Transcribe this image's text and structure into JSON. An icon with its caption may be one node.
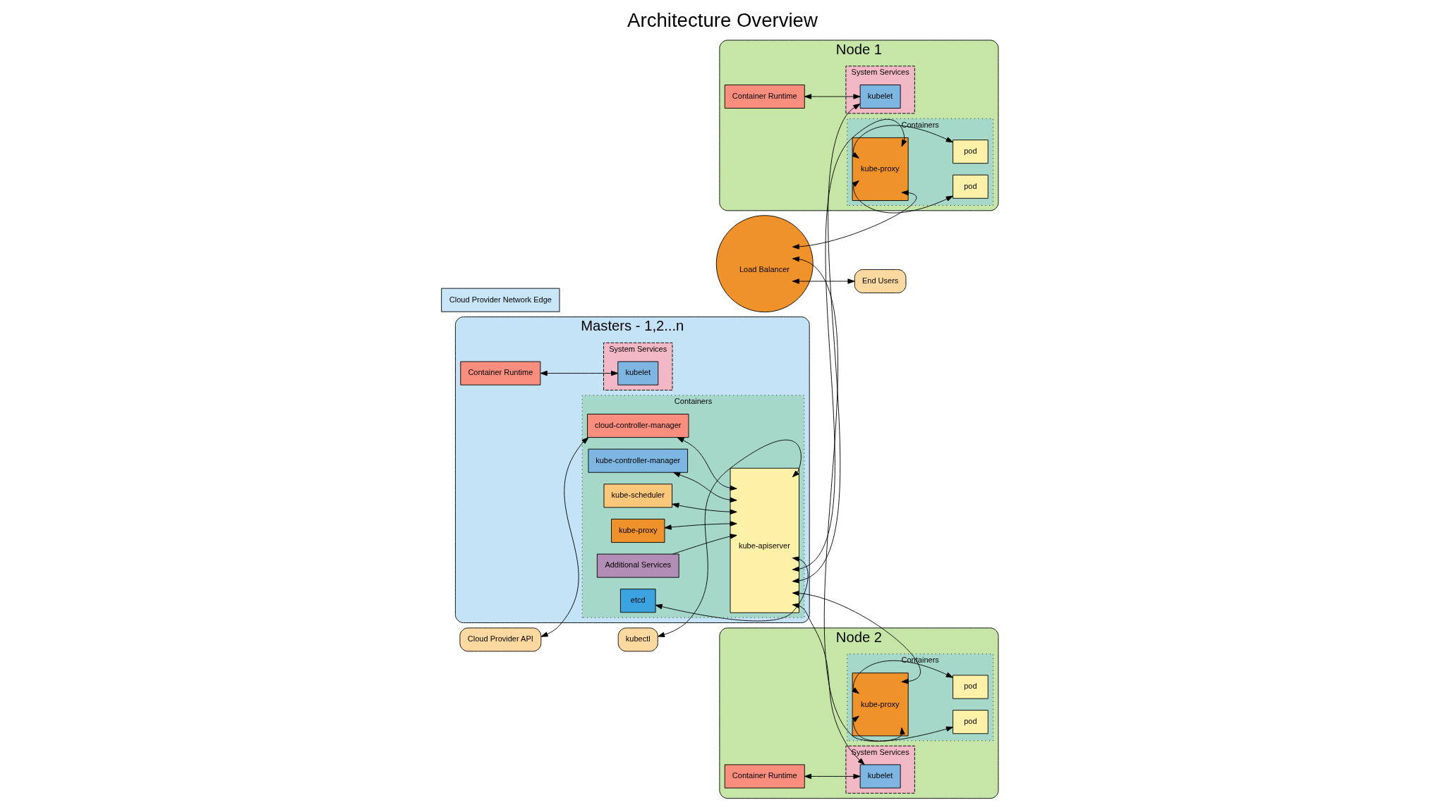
{
  "diagram": {
    "title": "Architecture Overview",
    "nodes": [
      {
        "text": [
          "Cloud Provider API"
        ]
      },
      {
        "text": [
          "kubectl"
        ]
      },
      {
        "text": [
          "Masters - 1,2...n"
        ]
      },
      {
        "text": [
          "Containers"
        ],
        "in": 2
      },
      {
        "text": [
          "cloud-controller-manager"
        ],
        "in": 3
      },
      {
        "text": [
          "kube-controller-manager"
        ],
        "in": 3
      },
      {
        "text": [
          "kube-scheduler"
        ],
        "in": 3
      },
      {
        "text": [
          "kube-proxy"
        ],
        "in": 3
      },
      {
        "text": [
          "Additional Services"
        ],
        "in": 3
      },
      {
        "text": [
          "kube-apiserver"
        ],
        "in": 3
      },
      {
        "text": [
          "etcd"
        ],
        "in": 3
      },
      {
        "text": [
          "System Services"
        ],
        "in": 2
      },
      {
        "text": [
          "Container Runtime"
        ],
        "in": 2
      },
      {
        "text": [
          "kubelet"
        ],
        "in": 11
      },
      {
        "text": [
          "Node 1"
        ]
      },
      {
        "text": [
          "Containers"
        ],
        "in": 14
      },
      {
        "text": [
          "pod"
        ],
        "in": 15
      },
      {
        "text": [
          "pod"
        ],
        "in": 15
      },
      {
        "text": [
          "kube-proxy"
        ],
        "in": 15
      },
      {
        "text": [
          "System Services"
        ],
        "in": 14
      },
      {
        "text": [
          "Container Runtime"
        ],
        "in": 14
      },
      {
        "text": [
          "kubelet"
        ],
        "in": 19
      },
      {
        "text": [
          "Node 2"
        ]
      },
      {
        "text": [
          "Containers"
        ],
        "in": 22
      },
      {
        "text": [
          "pod"
        ],
        "in": 23
      },
      {
        "text": [
          "pod"
        ],
        "in": 23
      },
      {
        "text": [
          "kube-proxy"
        ],
        "in": 23
      },
      {
        "text": [
          "System Services"
        ],
        "in": 22
      },
      {
        "text": [
          "Container Runtime"
        ],
        "in": 22
      },
      {
        "text": [
          "kubelet"
        ],
        "in": 27
      },
      {
        "text": [
          "Cloud Provider Network Edge"
        ]
      },
      {
        "text": [
          "Load Balancer"
        ]
      },
      {
        "text": [
          "End Users"
        ]
      }
    ],
    "edges": [
      {
        "from": 0,
        "to": 4,
        "arrow": "both"
      },
      {
        "from": 1,
        "to": 9,
        "arrow": "both"
      },
      {
        "from": 4,
        "to": 9,
        "arrow": "both"
      },
      {
        "from": 5,
        "to": 9,
        "arrow": "both"
      },
      {
        "from": 6,
        "to": 9,
        "arrow": "both"
      },
      {
        "from": 7,
        "to": 9,
        "arrow": "both"
      },
      {
        "from": 8,
        "to": 9,
        "arrow": "to"
      },
      {
        "from": 10,
        "to": 9,
        "arrow": "both"
      },
      {
        "from": 12,
        "to": 13,
        "arrow": "both"
      },
      {
        "from": 9,
        "to": 18,
        "arrow": "both"
      },
      {
        "from": 9,
        "to": 21,
        "arrow": "both"
      },
      {
        "from": 9,
        "to": 26,
        "arrow": "both"
      },
      {
        "from": 9,
        "to": 29,
        "arrow": "both"
      },
      {
        "from": 18,
        "to": 16,
        "arrow": "both"
      },
      {
        "from": 18,
        "to": 17,
        "arrow": "both"
      },
      {
        "from": 20,
        "to": 21,
        "arrow": "both"
      },
      {
        "from": 26,
        "to": 24,
        "arrow": "both"
      },
      {
        "from": 26,
        "to": 25,
        "arrow": "both"
      },
      {
        "from": 28,
        "to": 29,
        "arrow": "both"
      },
      {
        "from": 31,
        "to": 18,
        "arrow": "both"
      },
      {
        "from": 31,
        "to": 26,
        "arrow": "both"
      },
      {
        "from": 31,
        "to": 32,
        "arrow": "both"
      }
    ]
  }
}
